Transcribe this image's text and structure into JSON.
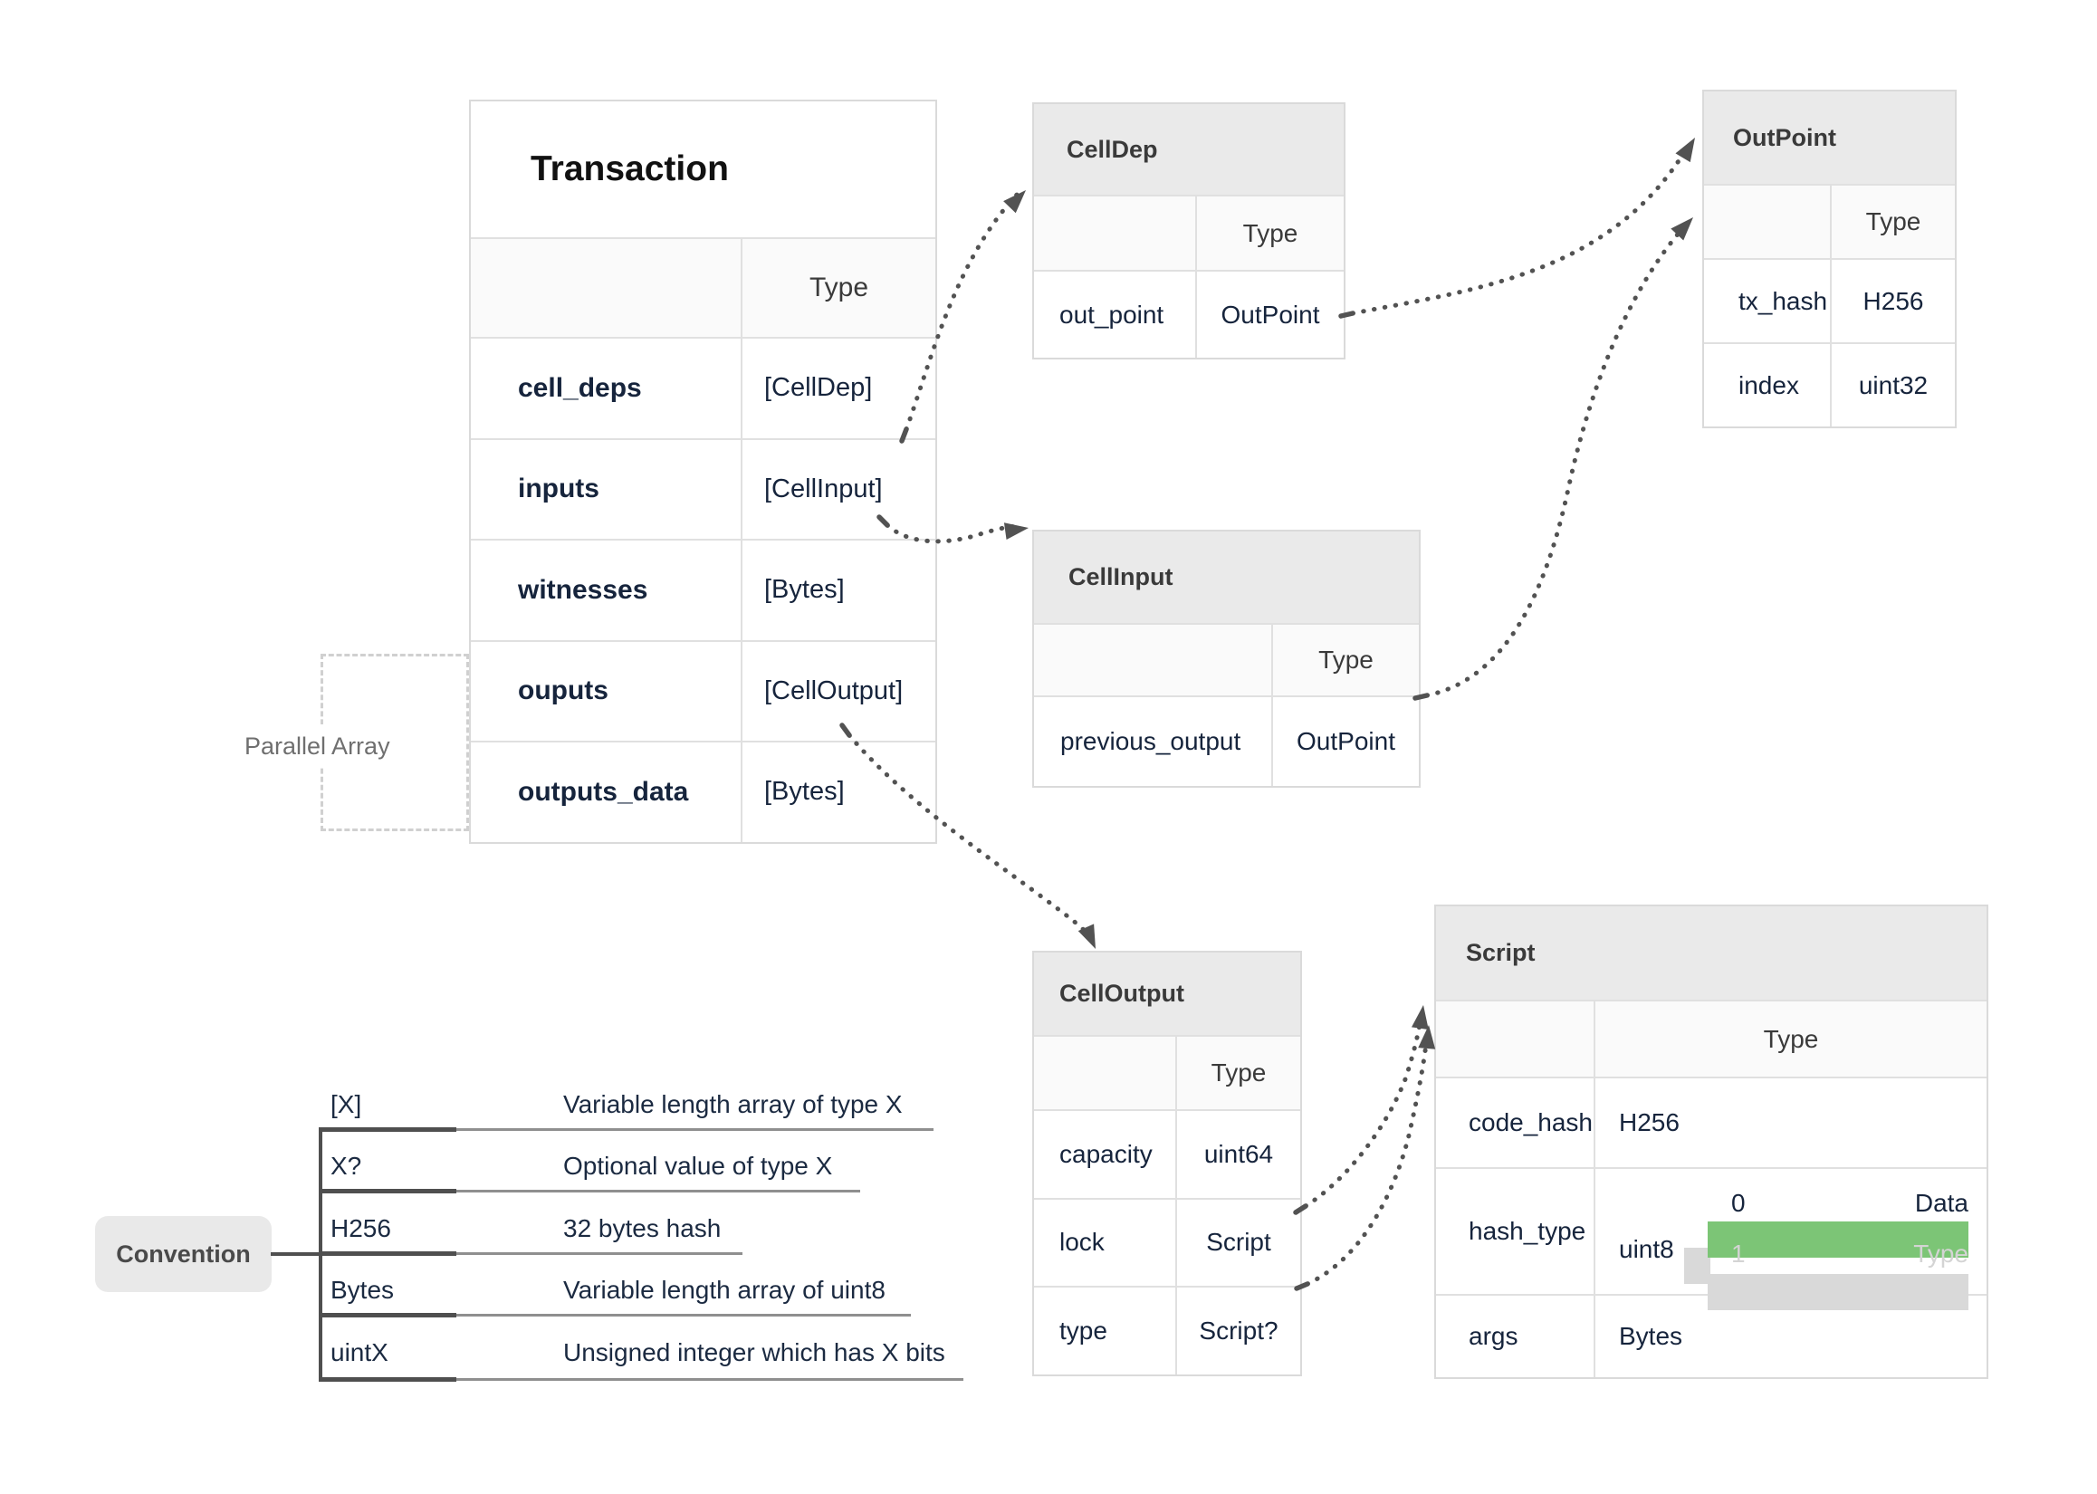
{
  "tables": {
    "transaction": {
      "title": "Transaction",
      "type_header": "Type",
      "rows": [
        {
          "field": "cell_deps",
          "type": "[CellDep]"
        },
        {
          "field": "inputs",
          "type": "[CellInput]"
        },
        {
          "field": "witnesses",
          "type": "[Bytes]"
        },
        {
          "field": "ouputs",
          "type": "[CellOutput]"
        },
        {
          "field": "outputs_data",
          "type": "[Bytes]"
        }
      ]
    },
    "cell_dep": {
      "title": "CellDep",
      "type_header": "Type",
      "rows": [
        {
          "field": "out_point",
          "type": "OutPoint"
        }
      ]
    },
    "out_point": {
      "title": "OutPoint",
      "type_header": "Type",
      "rows": [
        {
          "field": "tx_hash",
          "type": "H256"
        },
        {
          "field": "index",
          "type": "uint32"
        }
      ]
    },
    "cell_input": {
      "title": "CellInput",
      "type_header": "Type",
      "rows": [
        {
          "field": "previous_output",
          "type": "OutPoint"
        }
      ]
    },
    "cell_output": {
      "title": "CellOutput",
      "type_header": "Type",
      "rows": [
        {
          "field": "capacity",
          "type": "uint64"
        },
        {
          "field": "lock",
          "type": "Script"
        },
        {
          "field": "type",
          "type": "Script?"
        }
      ]
    },
    "script": {
      "title": "Script",
      "type_header": "Type",
      "rows": [
        {
          "field": "code_hash",
          "type": "H256"
        },
        {
          "field": "hash_type",
          "type": "uint8",
          "branches": [
            {
              "value": "0",
              "label": "Data",
              "active": true
            },
            {
              "value": "1",
              "label": "Type",
              "active": false
            }
          ]
        },
        {
          "field": "args",
          "type": "Bytes"
        }
      ]
    }
  },
  "annotations": {
    "parallel_array": "Parallel Array"
  },
  "legend": {
    "label": "Convention",
    "items": [
      {
        "term": "[X]",
        "definition": "Variable length array of type X"
      },
      {
        "term": "X?",
        "definition": "Optional value of type X"
      },
      {
        "term": "H256",
        "definition": "32 bytes hash"
      },
      {
        "term": "Bytes",
        "definition": "Variable length array of uint8"
      },
      {
        "term": "uintX",
        "definition": "Unsigned integer which has X bits"
      }
    ]
  },
  "edges": [
    {
      "from": "Transaction.cell_deps",
      "to": "CellDep"
    },
    {
      "from": "CellDep.out_point",
      "to": "OutPoint"
    },
    {
      "from": "Transaction.inputs",
      "to": "CellInput"
    },
    {
      "from": "CellInput.previous_output",
      "to": "OutPoint"
    },
    {
      "from": "Transaction.ouputs",
      "to": "CellOutput"
    },
    {
      "from": "CellOutput.lock",
      "to": "Script"
    },
    {
      "from": "CellOutput.type",
      "to": "Script"
    }
  ],
  "colors": {
    "accent_green": "#7cc576",
    "table_header_bg": "#eaeaea",
    "subheader_bg": "#fafafa",
    "border": "#dadada",
    "text_primary": "#16243c",
    "text_title": "#3a3a3a",
    "muted_branch": "#d4d4d4",
    "arrow": "#525252"
  }
}
